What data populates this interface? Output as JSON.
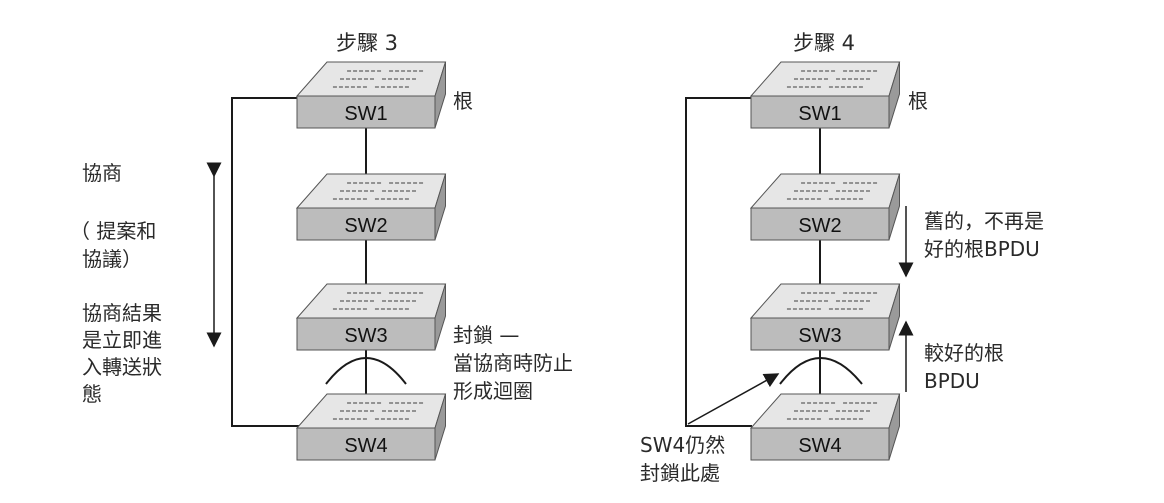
{
  "step3": {
    "title": "步驟 3",
    "root_label": "根",
    "switches": [
      "SW1",
      "SW2",
      "SW3",
      "SW4"
    ],
    "negotiate_title": "協商",
    "negotiate_detail": [
      "（ 提案和",
      "協議）"
    ],
    "negotiate_result": [
      "協商結果",
      "是立即進",
      "入轉送狀",
      "態"
    ],
    "block_note": [
      "封鎖 —",
      "當協商時防止",
      "形成迴圈"
    ]
  },
  "step4": {
    "title": "步驟 4",
    "root_label": "根",
    "switches": [
      "SW1",
      "SW2",
      "SW3",
      "SW4"
    ],
    "old_bpdu": [
      "舊的，不再是",
      "好的根BPDU"
    ],
    "better_bpdu": [
      "較好的根",
      "BPDU"
    ],
    "sw4_note": [
      "SW4仍然",
      "封鎖此處"
    ]
  },
  "colors": {
    "switch_front": "#bcbcbc",
    "switch_top": "#e6e6e6",
    "line": "#1a1a1a"
  }
}
